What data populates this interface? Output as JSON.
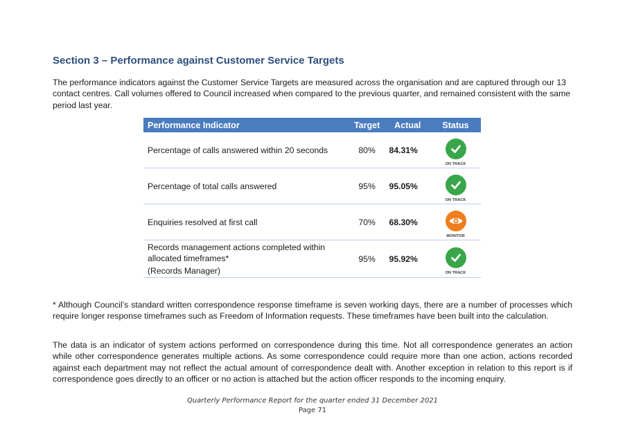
{
  "section_title": "Section 3 – Performance against Customer Service Targets",
  "intro": "The performance indicators against the Customer Service Targets are measured across the organisation and are captured through our 13 contact centres.  Call volumes offered to Council increased when compared to the previous quarter, and remained consistent with the same period last year.",
  "table": {
    "headers": {
      "indicator": "Performance Indicator",
      "target": "Target",
      "actual": "Actual",
      "status": "Status"
    },
    "rows": [
      {
        "indicator": "Percentage of calls answered within 20 seconds",
        "indicator_note": "",
        "target": "80%",
        "actual": "84.31%",
        "status": "ON TRACK",
        "status_icon": "check-icon",
        "status_color": "#3aa64a"
      },
      {
        "indicator": "Percentage of total calls answered",
        "indicator_note": "",
        "target": "95%",
        "actual": "95.05%",
        "status": "ON TRACK",
        "status_icon": "check-icon",
        "status_color": "#3aa64a"
      },
      {
        "indicator": "Enquiries resolved at first call",
        "indicator_note": "",
        "target": "70%",
        "actual": "68.30%",
        "status": "MONITOR",
        "status_icon": "eye-icon",
        "status_color": "#ee7e1f"
      },
      {
        "indicator": "Records management actions completed within allocated timeframes*",
        "indicator_note": "(Records Manager)",
        "target": "95%",
        "actual": "95.92%",
        "status": "ON TRACK",
        "status_icon": "check-icon",
        "status_color": "#3aa64a"
      }
    ]
  },
  "footnote": "* Although Council’s standard written correspondence response timeframe is seven working days, there are a number of processes which require longer response timeframes such as Freedom of Information requests. These timeframes have been built into the calculation.",
  "note": "The data is an indicator of system actions performed on correspondence during this time. Not all correspondence generates an action while other correspondence generates multiple actions. As some correspondence could require more than one action, actions recorded against each department may not reflect the actual amount of correspondence dealt with. Another exception in relation to this report is if correspondence goes directly to an officer or no action is attached but the action officer responds to the incoming enquiry.",
  "footer": {
    "title": "Quarterly Performance Report for the quarter ended 31 December 2021",
    "page": "Page 71"
  },
  "colors": {
    "heading": "#2c4f7c",
    "table_header": "#4a7cbf",
    "on_track": "#3aa64a",
    "monitor": "#ee7e1f"
  }
}
